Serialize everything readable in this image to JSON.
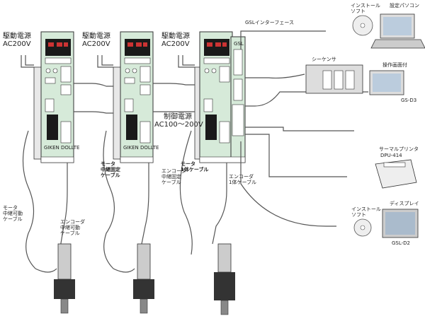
{
  "power": {
    "drive_line1": "駆動電源",
    "drive_line2": "AC200V",
    "control_line1": "制御電源",
    "control_line2": "AC100～200V"
  },
  "interface": {
    "gsl_interface": "GSLインターフェース"
  },
  "peripherals": {
    "install_soft_top_1": "インストール",
    "install_soft_top_2": "ソフト",
    "setup_pc": "設定パソコン",
    "sequencer": "シーケンサ",
    "operation_panel": "操作画面付",
    "gs_d3": "GS-D3",
    "thermal_printer": "サーマルプリンタ",
    "printer_model": "DPU-414",
    "install_soft_bottom_1": "インストール",
    "install_soft_bottom_2": "ソフト",
    "display": "ディスプレイ",
    "gsl_d2": "GSL-D2"
  },
  "cables": {
    "motor_relay_fixed_1": "モータ",
    "motor_relay_fixed_2": "中継固定",
    "motor_relay_fixed_3": "ケーブル",
    "encoder_relay_fixed_1": "エンコーダ",
    "encoder_relay_fixed_2": "中継固定",
    "encoder_relay_fixed_3": "ケーブル",
    "motor_integrated_1": "モータ",
    "motor_integrated_2": "1体ケーブル",
    "encoder_integrated_1": "エンコーダ",
    "encoder_integrated_2": "1体ケーブル",
    "motor_relay_movable_1": "モータ",
    "motor_relay_movable_2": "中継可動",
    "motor_relay_movable_3": "ケーブル",
    "encoder_relay_movable_1": "エンコーダ",
    "encoder_relay_movable_2": "中継可動",
    "encoder_relay_movable_3": "ケーブル"
  },
  "units": {
    "brand_label": "GIKEN DOLLTE",
    "gsl_tag": "GSL"
  },
  "colors": {
    "unit_body": "#d6ead9",
    "unit_outline": "#333333",
    "display_black": "#1a1a1a",
    "cable": "#555555"
  }
}
